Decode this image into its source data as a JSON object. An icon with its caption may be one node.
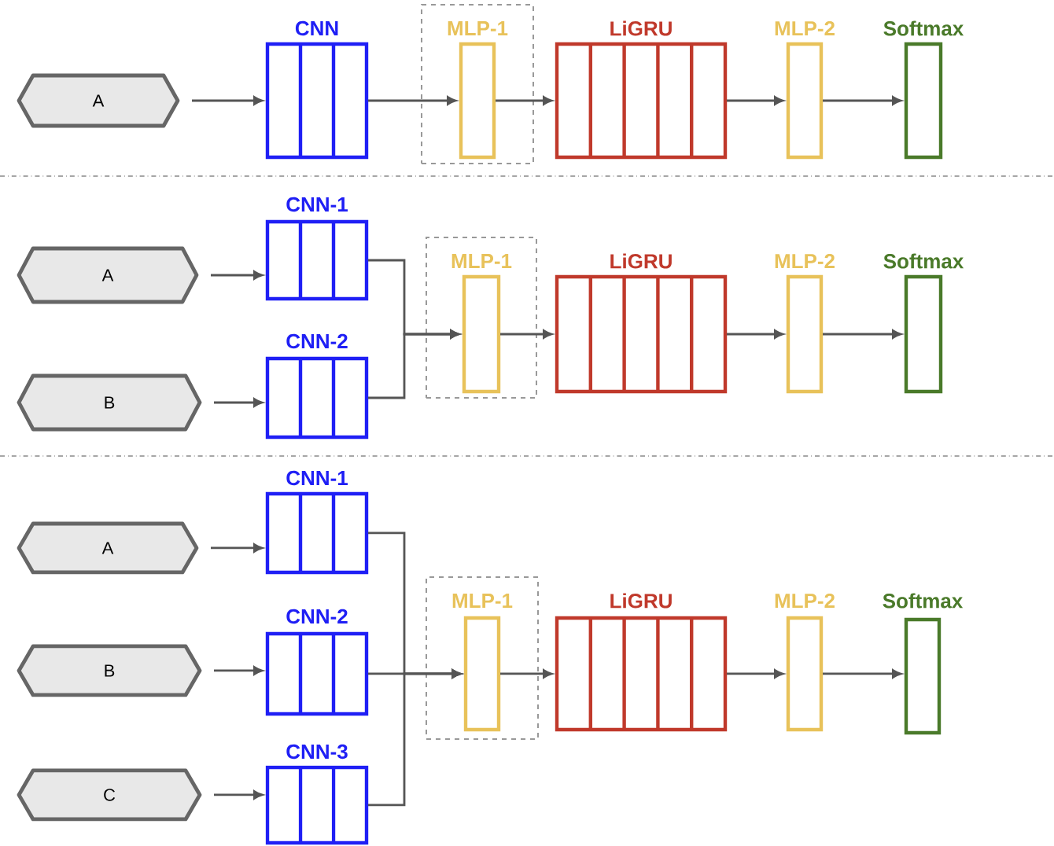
{
  "diagram": {
    "nodes": [
      {
        "text": [
          "A"
        ]
      },
      {
        "text": [
          "CNN"
        ]
      },
      {
        "text": [
          "MLP-1"
        ]
      },
      {
        "text": [],
        "shape": "bar",
        "in": 2
      },
      {
        "text": [
          "LiGRU"
        ]
      },
      {
        "text": [
          "MLP-2"
        ]
      },
      {
        "text": [
          "Softmax"
        ]
      },
      {
        "text": [
          "A"
        ]
      },
      {
        "text": [
          "B"
        ]
      },
      {
        "text": [
          "CNN-1"
        ]
      },
      {
        "text": [
          "CNN-2"
        ]
      },
      {
        "text": [
          "MLP-1"
        ]
      },
      {
        "text": [],
        "shape": "bar",
        "in": 11
      },
      {
        "text": [
          "LiGRU"
        ]
      },
      {
        "text": [
          "MLP-2"
        ]
      },
      {
        "text": [
          "Softmax"
        ]
      },
      {
        "text": [
          "A"
        ]
      },
      {
        "text": [
          "B"
        ]
      },
      {
        "text": [
          "C"
        ]
      },
      {
        "text": [
          "CNN-1"
        ]
      },
      {
        "text": [
          "CNN-2"
        ]
      },
      {
        "text": [
          "CNN-3"
        ]
      },
      {
        "text": [
          "MLP-1"
        ]
      },
      {
        "text": [],
        "shape": "bar",
        "in": 22
      },
      {
        "text": [
          "LiGRU"
        ]
      },
      {
        "text": [
          "MLP-2"
        ]
      },
      {
        "text": [
          "Softmax"
        ]
      }
    ],
    "edges": [
      {
        "from": 0,
        "to": 1,
        "arrow": "to"
      },
      {
        "from": 1,
        "to": 3,
        "arrow": "to"
      },
      {
        "from": 3,
        "to": 4,
        "arrow": "to"
      },
      {
        "from": 4,
        "to": 5,
        "arrow": "to"
      },
      {
        "from": 5,
        "to": 6,
        "arrow": "to"
      },
      {
        "from": 7,
        "to": 9,
        "arrow": "to"
      },
      {
        "from": 8,
        "to": 10,
        "arrow": "to"
      },
      {
        "from": 9,
        "to": 12,
        "arrow": "to"
      },
      {
        "from": 10,
        "to": 12,
        "arrow": "to"
      },
      {
        "from": 12,
        "to": 13,
        "arrow": "to"
      },
      {
        "from": 13,
        "to": 14,
        "arrow": "to"
      },
      {
        "from": 14,
        "to": 15,
        "arrow": "to"
      },
      {
        "from": 16,
        "to": 19,
        "arrow": "to"
      },
      {
        "from": 17,
        "to": 20,
        "arrow": "to"
      },
      {
        "from": 18,
        "to": 21,
        "arrow": "to"
      },
      {
        "from": 19,
        "to": 23,
        "arrow": "to"
      },
      {
        "from": 20,
        "to": 23,
        "arrow": "to"
      },
      {
        "from": 21,
        "to": 23,
        "arrow": "to"
      },
      {
        "from": 23,
        "to": 24,
        "arrow": "to"
      },
      {
        "from": 24,
        "to": 25,
        "arrow": "to"
      },
      {
        "from": 25,
        "to": 26,
        "arrow": "to"
      }
    ]
  }
}
